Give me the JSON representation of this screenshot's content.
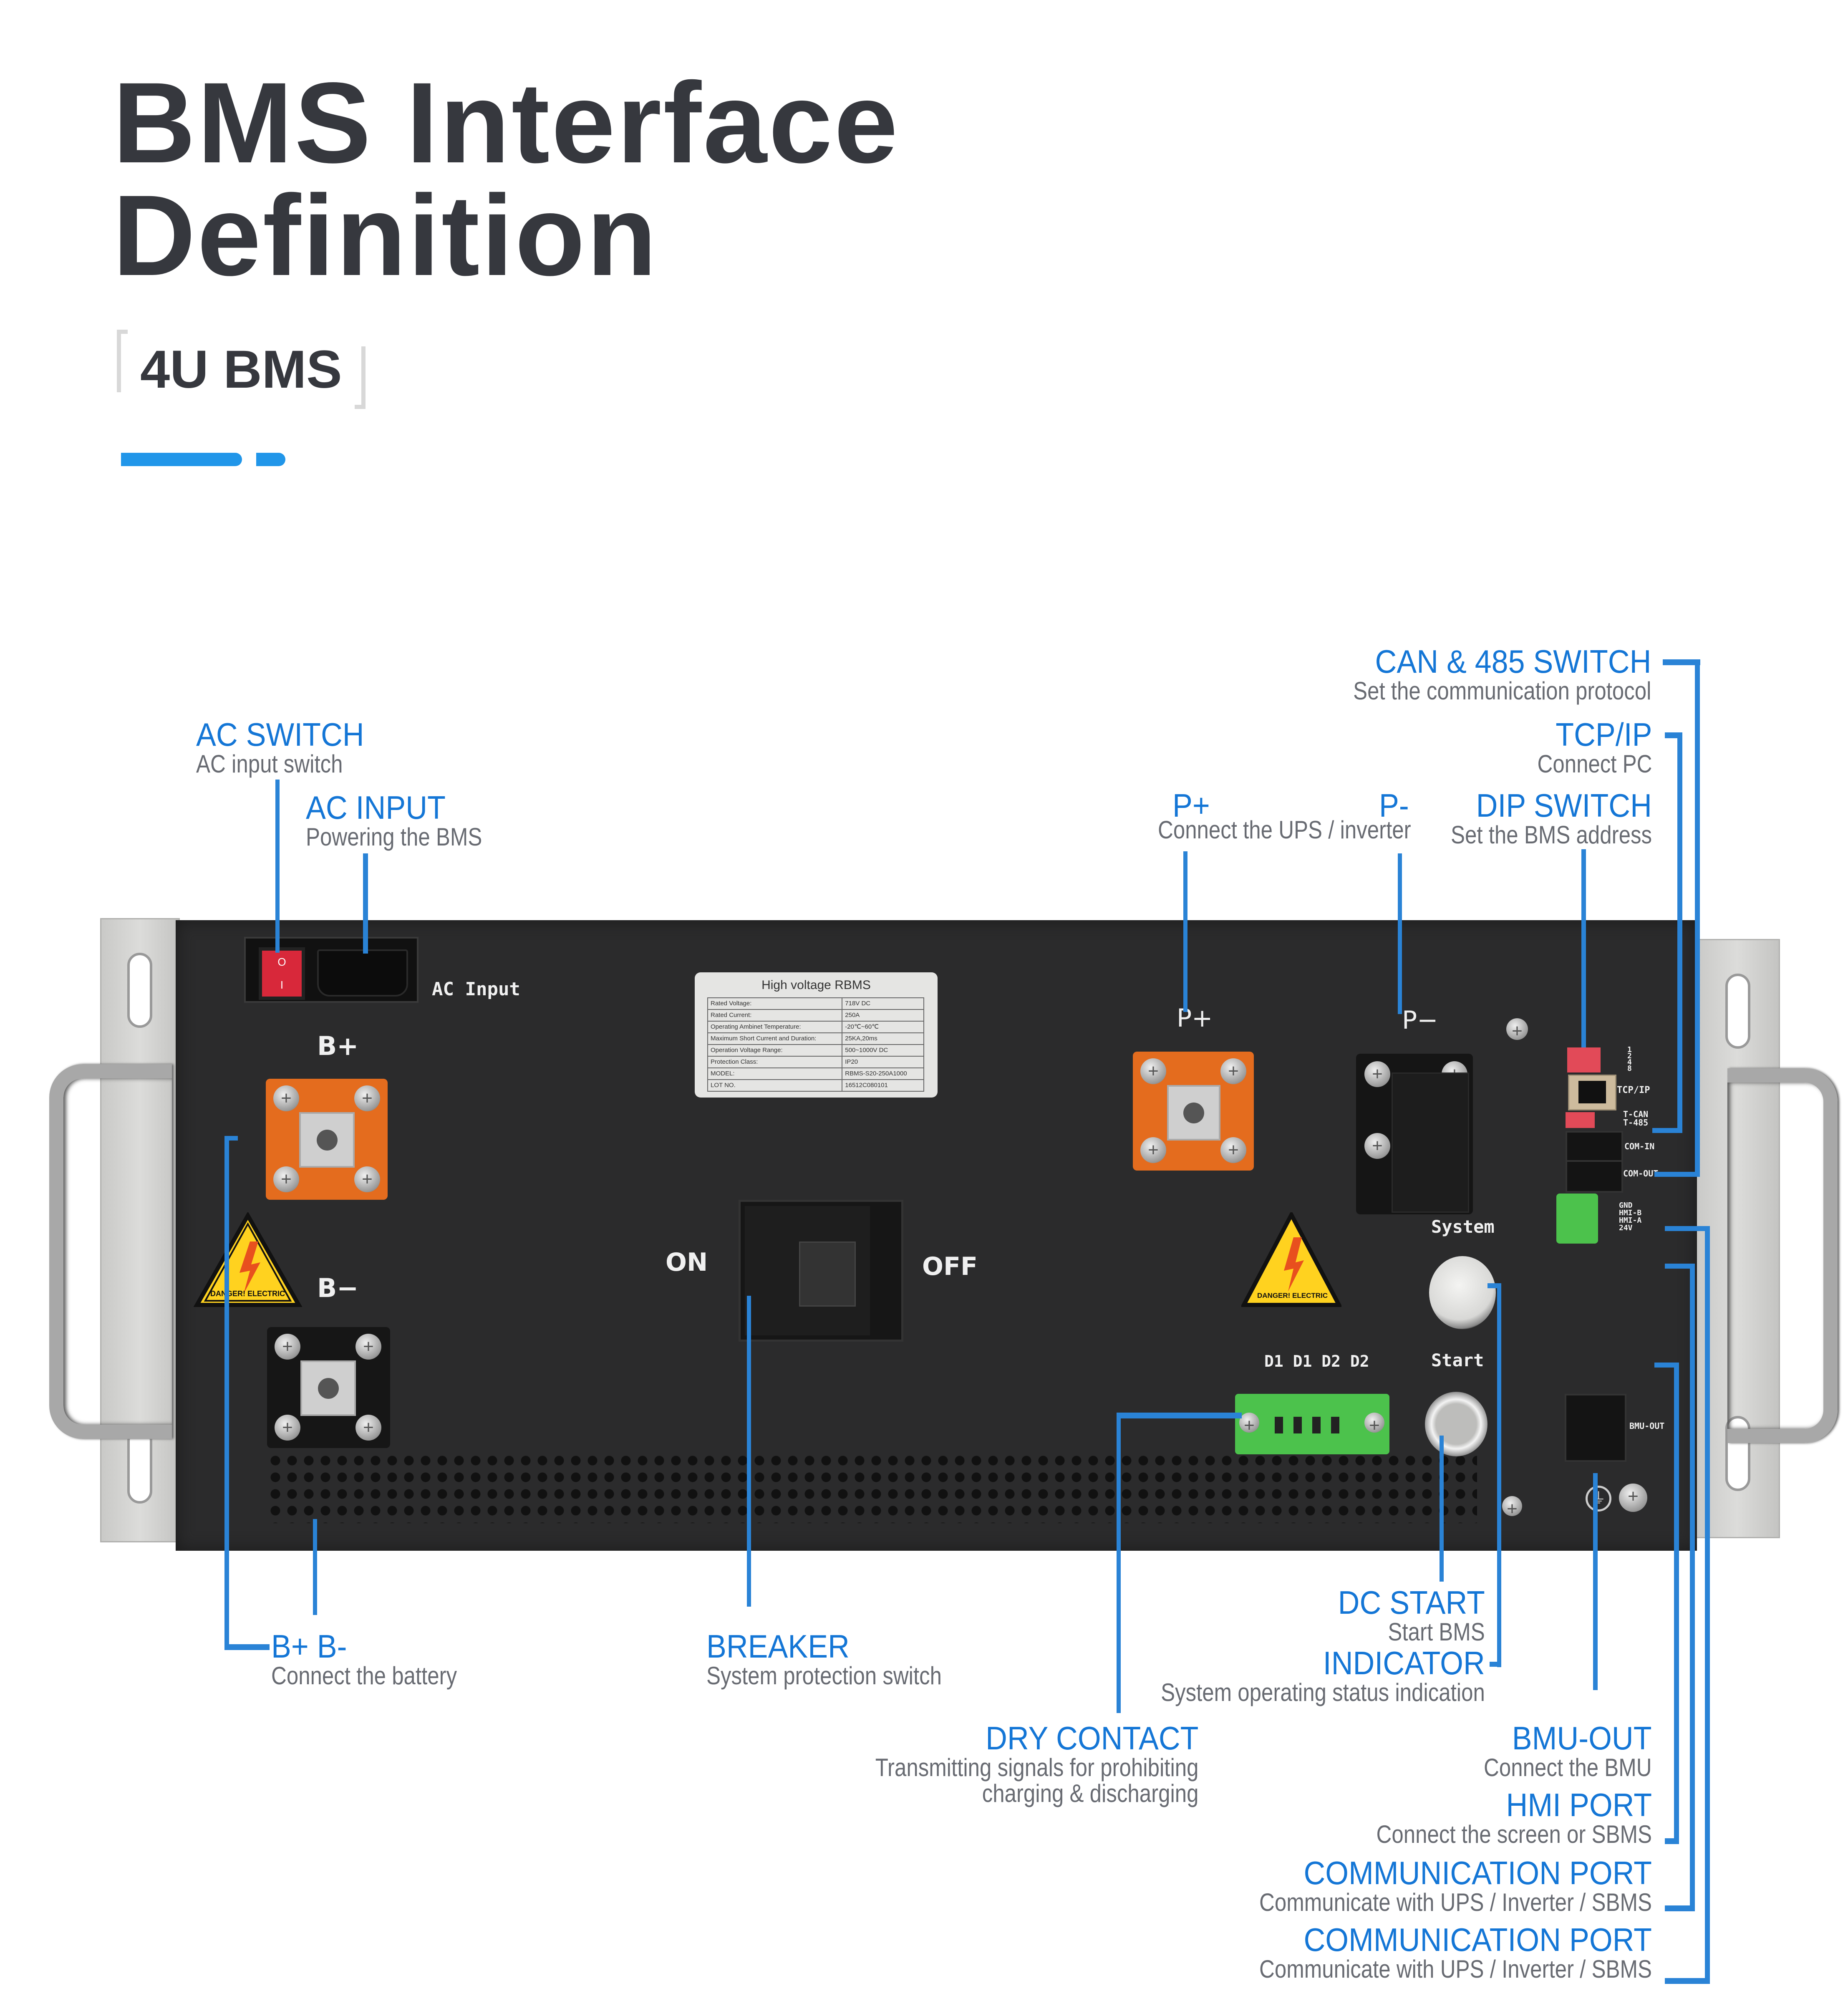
{
  "header": {
    "title_line1": "BMS Interface",
    "title_line2": "Definition",
    "subtitle": "4U BMS",
    "bracket_open": "「",
    "bracket_close": "」",
    "accent_color": "#2196e9"
  },
  "colors": {
    "label_heading": "#1476d6",
    "label_sub": "#686b72",
    "leader_line": "#2a83d6",
    "title": "#36383e",
    "panel": "#2b2b2c",
    "terminal_positive": "#e46c1e"
  },
  "callouts": {
    "ac_switch": {
      "title": "AC SWITCH",
      "desc": "AC input switch"
    },
    "ac_input": {
      "title": "AC INPUT",
      "desc": "Powering the BMS"
    },
    "p_plus": {
      "title": "P+"
    },
    "p_minus": {
      "title": "P-"
    },
    "p_desc": "Connect the UPS / inverter",
    "dip_switch": {
      "title": "DIP SWITCH",
      "desc": "Set the BMS address"
    },
    "can_485": {
      "title": "CAN & 485 SWITCH",
      "desc": "Set the communication protocol"
    },
    "tcp_ip": {
      "title": "TCP/IP",
      "desc": "Connect PC"
    },
    "b_terminals": {
      "title": "B+ B-",
      "desc": "Connect the battery"
    },
    "breaker": {
      "title": "BREAKER",
      "desc": "System protection switch"
    },
    "dry_contact": {
      "title": "DRY CONTACT",
      "desc_line1": "Transmitting signals for prohibiting",
      "desc_line2": "charging & discharging"
    },
    "dc_start": {
      "title": "DC START",
      "desc": "Start BMS"
    },
    "indicator": {
      "title": "INDICATOR",
      "desc": "System operating status indication"
    },
    "bmu_out": {
      "title": "BMU-OUT",
      "desc": "Connect the BMU"
    },
    "hmi_port": {
      "title": "HMI PORT",
      "desc": "Connect the screen or SBMS"
    },
    "comm_port_1": {
      "title": "COMMUNICATION PORT",
      "desc": "Communicate with UPS / Inverter / SBMS"
    },
    "comm_port_2": {
      "title": "COMMUNICATION PORT",
      "desc": "Communicate with UPS / Inverter / SBMS"
    }
  },
  "device": {
    "silkscreen": {
      "ac_input": "AC Input",
      "b_plus": "B+",
      "b_minus": "B−",
      "on": "ON",
      "off": "OFF",
      "p_plus": "P+",
      "p_minus": "P−",
      "system": "System",
      "start": "Start",
      "dry_contact_pins": "D1 D1 D2 D2",
      "dip_numbers": [
        "1",
        "2",
        "4",
        "8"
      ],
      "tcp_ip": "TCP/IP",
      "t_can": "T-CAN",
      "t_485": "T-485",
      "com_in": "COM-IN",
      "com_out": "COM-OUT",
      "hmi_pins": [
        "GND",
        "HMI-B",
        "HMI-A",
        "24V"
      ],
      "bmu_out": "BMU-OUT",
      "warning": "DANGER! ELECTRIC",
      "rocker_on": "O",
      "rocker_off": "I"
    },
    "nameplate": {
      "title": "High voltage RBMS",
      "rows": [
        {
          "label": "Rated Voltage:",
          "value": "718V DC"
        },
        {
          "label": "Rated Current:",
          "value": "250A"
        },
        {
          "label": "Operating Ambinet Temperature:",
          "value": "-20℃~60℃"
        },
        {
          "label": "Maximum Short Current and Duration:",
          "value": "25KA,20ms"
        },
        {
          "label": "Operation Voltage Range:",
          "value": "500~1000V DC"
        },
        {
          "label": "Protection Class:",
          "value": "IP20"
        }
      ],
      "model_label": "MODEL:",
      "model_value": "RBMS-S20-250A1000",
      "lot_label": "LOT NO.",
      "lot_value": "16512C080101"
    }
  }
}
